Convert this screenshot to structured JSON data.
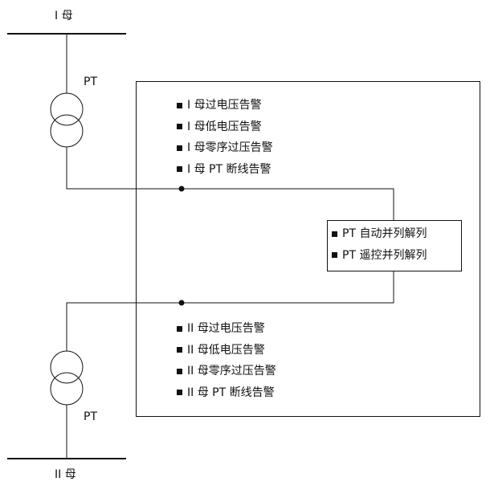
{
  "bus_top": {
    "label": "I 母"
  },
  "bus_bottom": {
    "label": "II 母"
  },
  "pt_top": {
    "label": "PT"
  },
  "pt_bottom": {
    "label": "PT"
  },
  "alarms_bus1": [
    "I 母过电压告警",
    "I 母低电压告警",
    "I 母零序过压告警",
    "I 母 PT 断线告警"
  ],
  "control_box": [
    "PT 自动并列解列",
    "PT 遥控并列解列"
  ],
  "alarms_bus2": [
    "II 母过电压告警",
    "II 母低电压告警",
    "II 母零序过压告警",
    "II 母 PT 断线告警"
  ],
  "colors": {
    "line": "#111111",
    "background": "#ffffff"
  }
}
